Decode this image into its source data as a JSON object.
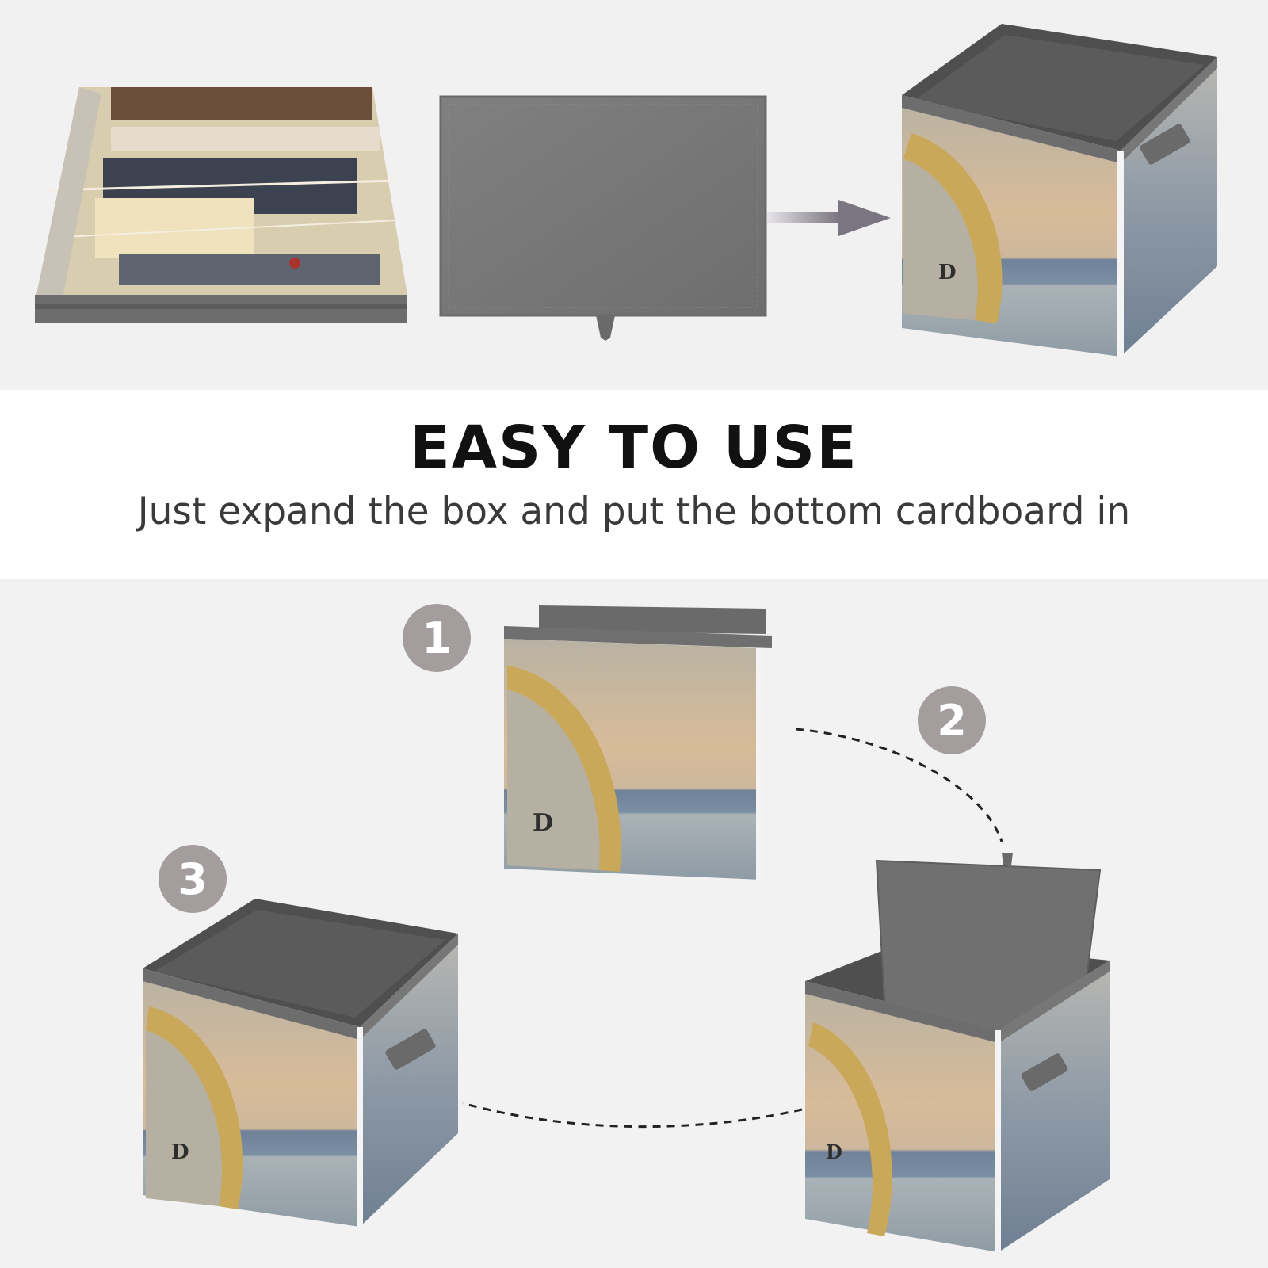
{
  "header": {
    "title": "EASY TO USE",
    "subtitle": "Just expand the box and put the bottom cardboard in"
  },
  "steps": [
    {
      "number": "1"
    },
    {
      "number": "2"
    },
    {
      "number": "3"
    }
  ],
  "box_print": {
    "dial_letter": "D"
  },
  "colors": {
    "felt_gray": "#7a7a7a",
    "liner_dark": "#555555",
    "badge": "#a49d9d",
    "sky": "#c7bfae",
    "sunset": "#d9b994",
    "water": "#7d8fa3",
    "brass": "#c9a85a"
  }
}
